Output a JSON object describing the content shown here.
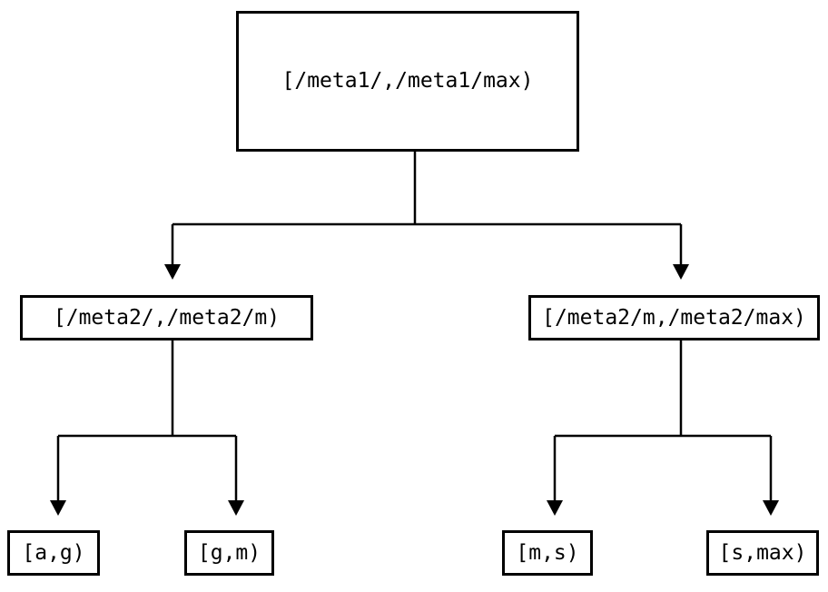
{
  "tree": {
    "root": {
      "label": "[/meta1/,/meta1/max)"
    },
    "children": [
      {
        "label": "[/meta2/,/meta2/m)",
        "children": [
          {
            "label": "[a,g)"
          },
          {
            "label": "[g,m)"
          }
        ]
      },
      {
        "label": "[/meta2/m,/meta2/max)",
        "children": [
          {
            "label": "[m,s)"
          },
          {
            "label": "[s,max)"
          }
        ]
      }
    ]
  },
  "colors": {
    "background": "#ffffff",
    "line": "#000000",
    "box_border": "#000000",
    "text": "#000000"
  }
}
